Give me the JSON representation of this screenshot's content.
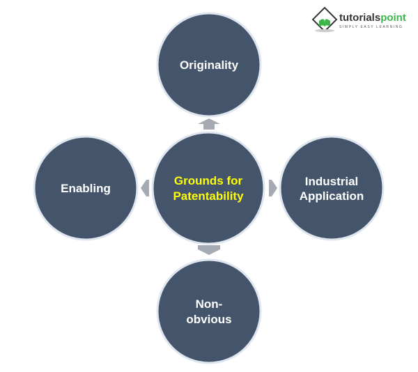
{
  "logo": {
    "name": "tutorialspoint",
    "tagline": "SIMPLY EASY LEARNING"
  },
  "center": {
    "line1": "Grounds for",
    "line2": "Patentability"
  },
  "nodes": {
    "top": {
      "line1": "Originality"
    },
    "left": {
      "line1": "Enabling"
    },
    "right": {
      "line1": "Industrial",
      "line2": "Application"
    },
    "bottom": {
      "line1": "Non-",
      "line2": "obvious"
    }
  },
  "colors": {
    "circle": "#44546a",
    "center_text": "#ffff00",
    "arrow": "#a6abb3"
  }
}
